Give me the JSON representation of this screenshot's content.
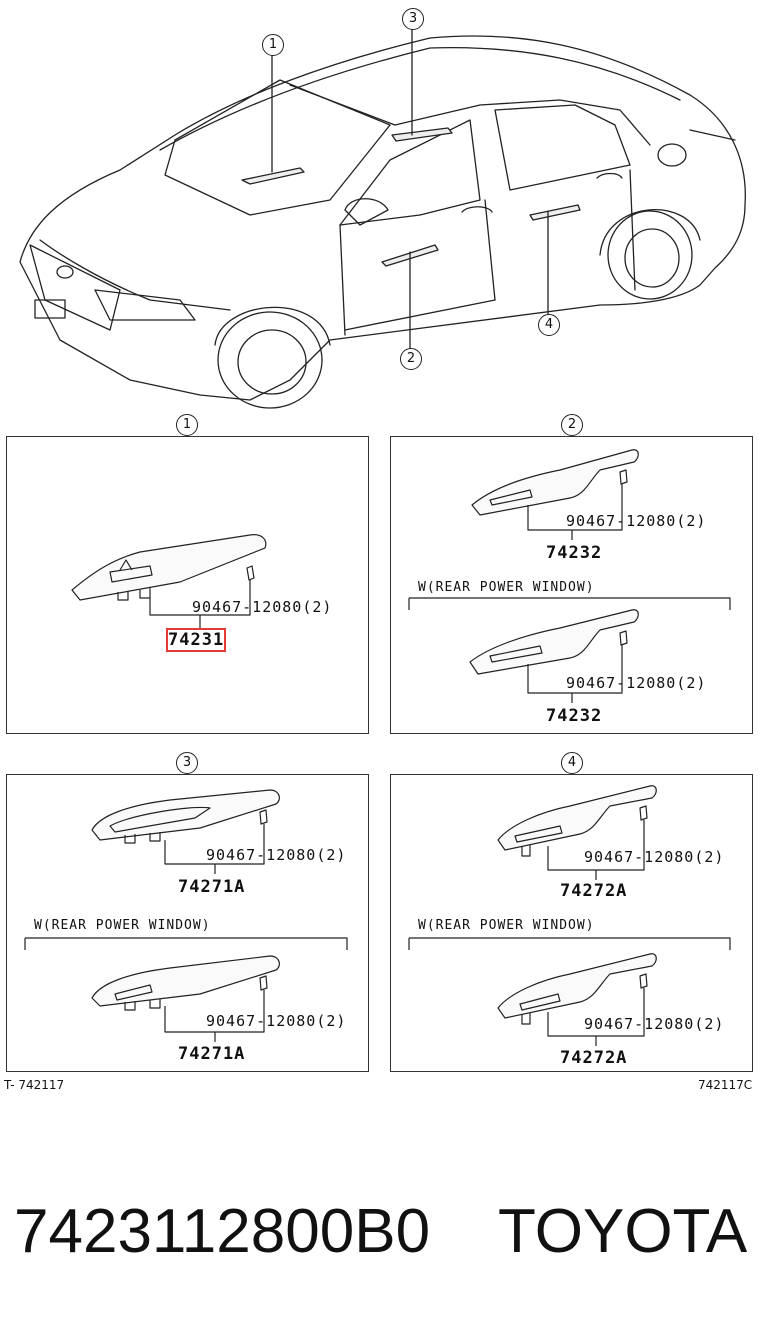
{
  "diagram": {
    "callouts": [
      "1",
      "2",
      "3",
      "4"
    ],
    "panels": [
      {
        "id": "1",
        "groups": [
          {
            "condition": "",
            "fastener": "90467-12080(2)",
            "part_number": "74231",
            "highlighted": true
          }
        ]
      },
      {
        "id": "2",
        "groups": [
          {
            "condition": "",
            "fastener": "90467-12080(2)",
            "part_number": "74232"
          },
          {
            "condition": "W(REAR POWER WINDOW)",
            "fastener": "90467-12080(2)",
            "part_number": "74232"
          }
        ]
      },
      {
        "id": "3",
        "groups": [
          {
            "condition": "",
            "fastener": "90467-12080(2)",
            "part_number": "74271A"
          },
          {
            "condition": "W(REAR POWER WINDOW)",
            "fastener": "90467-12080(2)",
            "part_number": "74271A"
          }
        ]
      },
      {
        "id": "4",
        "groups": [
          {
            "condition": "",
            "fastener": "90467-12080(2)",
            "part_number": "74272A"
          },
          {
            "condition": "W(REAR POWER WINDOW)",
            "fastener": "90467-12080(2)",
            "part_number": "74272A"
          }
        ]
      }
    ],
    "footer_left": "T- 742117",
    "footer_right": "742117C",
    "highlight_color": "#e53935"
  },
  "caption": {
    "part_code": "7423112800B0",
    "brand": "TOYOTA"
  }
}
